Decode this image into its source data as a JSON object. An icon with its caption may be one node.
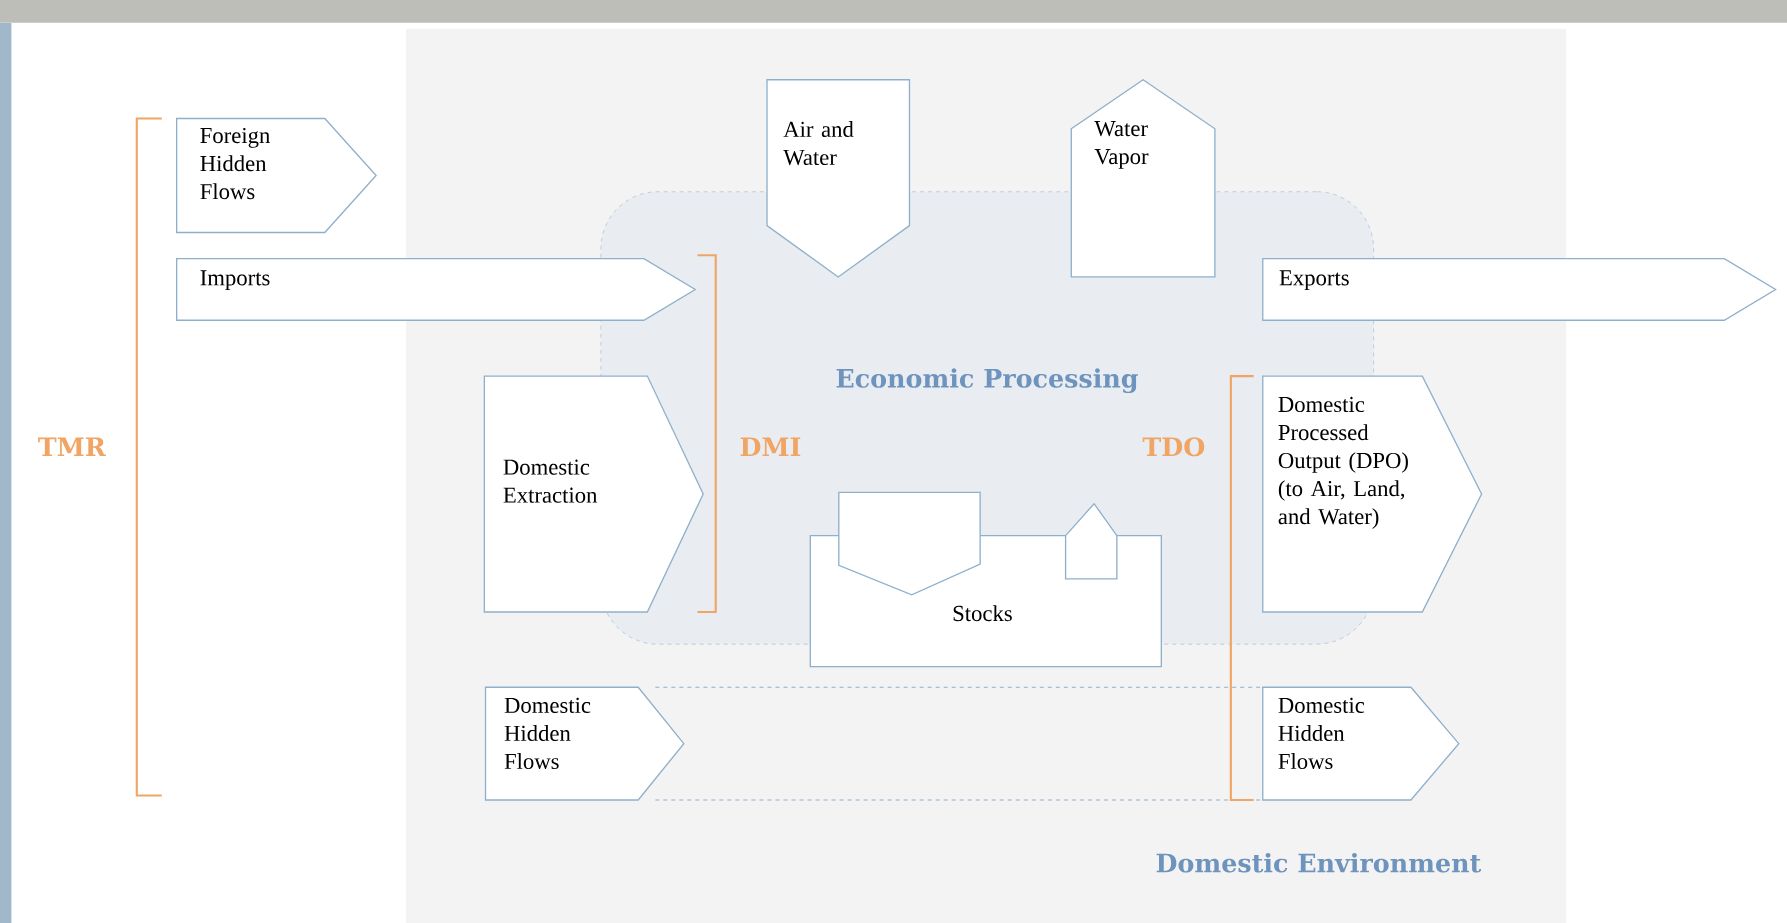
{
  "diagram": {
    "nodes": [
      {
        "text": [
          "Domestic Environment"
        ]
      },
      {
        "text": [
          "Economic Processing"
        ],
        "in": 0
      },
      {
        "text": [
          "Foreign Hidden Flows"
        ]
      },
      {
        "text": [
          "Imports"
        ]
      },
      {
        "text": [
          "Air and Water"
        ],
        "in": 0
      },
      {
        "text": [
          "Water Vapor"
        ],
        "in": 0
      },
      {
        "text": [
          "Exports"
        ]
      },
      {
        "text": [
          "Domestic Extraction"
        ],
        "in": 0
      },
      {
        "text": [
          "Domestic Processed Output (DPO) (to Air, Land, and Water)"
        ],
        "in": 0
      },
      {
        "text": [
          "Stocks"
        ],
        "in": 1
      },
      {
        "text": [
          "Domestic Hidden Flows"
        ],
        "in": 0
      },
      {
        "text": [
          "Domestic Hidden Flows"
        ],
        "in": 0
      }
    ],
    "labels": [
      "TMR",
      "DMI",
      "TDO"
    ]
  }
}
